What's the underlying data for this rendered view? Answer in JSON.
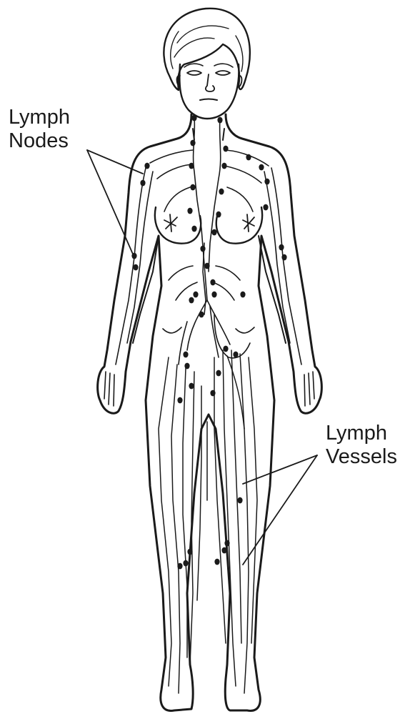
{
  "labels": {
    "nodes": [
      "Lymph",
      "Nodes"
    ],
    "vessels": [
      "Lymph",
      "Vessels"
    ]
  },
  "colors": {
    "ink": "#1a1a1a",
    "background": "#ffffff"
  }
}
